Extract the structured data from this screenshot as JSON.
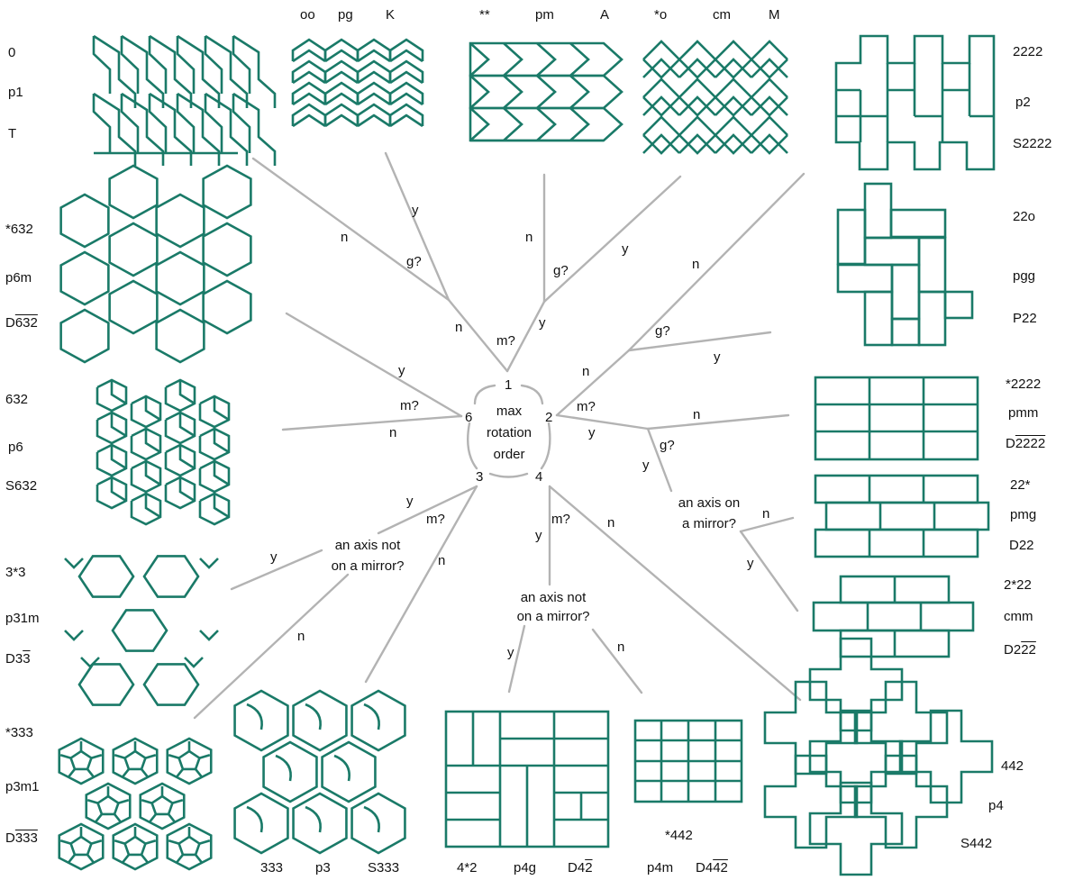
{
  "center": {
    "title_lines": [
      "max",
      "rotation",
      "order"
    ],
    "orders": {
      "one": "1",
      "two": "2",
      "three": "3",
      "four": "4",
      "six": "6"
    }
  },
  "groups": {
    "p1": {
      "orbifold": "0",
      "iuc": "p1",
      "conway_pre": "T",
      "conway_over": ""
    },
    "pg": {
      "orbifold": "oo",
      "iuc": "pg",
      "conway_pre": "K",
      "conway_over": ""
    },
    "pm": {
      "orbifold": "**",
      "iuc": "pm",
      "conway_pre": "A",
      "conway_over": ""
    },
    "cm": {
      "orbifold": "*o",
      "iuc": "cm",
      "conway_pre": "M",
      "conway_over": ""
    },
    "p2": {
      "orbifold": "2222",
      "iuc": "p2",
      "conway_pre": "S2222",
      "conway_over": ""
    },
    "pgg": {
      "orbifold": "22o",
      "iuc": "pgg",
      "conway_pre": "P22",
      "conway_over": ""
    },
    "pmm": {
      "orbifold": "*2222",
      "iuc": "pmm",
      "conway_pre": "D",
      "conway_over": "2222"
    },
    "pmg": {
      "orbifold": "22*",
      "iuc": "pmg",
      "conway_pre": "D22",
      "conway_over": ""
    },
    "cmm": {
      "orbifold": "2*22",
      "iuc": "cmm",
      "conway_pre": "D2",
      "conway_over": "22"
    },
    "p4": {
      "orbifold": "442",
      "iuc": "p4",
      "conway_pre": "S442",
      "conway_over": ""
    },
    "p4m": {
      "orbifold": "*442",
      "iuc": "p4m",
      "conway_pre": "D4",
      "conway_over": "42"
    },
    "p4g": {
      "orbifold": "4*2",
      "iuc": "p4g",
      "conway_pre": "D4",
      "conway_over": "2"
    },
    "p3": {
      "orbifold": "333",
      "iuc": "p3",
      "conway_pre": "S333",
      "conway_over": ""
    },
    "p3m1": {
      "orbifold": "*333",
      "iuc": "p3m1",
      "conway_pre": "D",
      "conway_over": "333"
    },
    "p31m": {
      "orbifold": "3*3",
      "iuc": "p31m",
      "conway_pre": "D3",
      "conway_over": "3"
    },
    "p6": {
      "orbifold": "632",
      "iuc": "p6",
      "conway_pre": "S632",
      "conway_over": ""
    },
    "p6m": {
      "orbifold": "*632",
      "iuc": "p6m",
      "conway_pre": "D",
      "conway_over": "632"
    }
  },
  "questions": {
    "mirror": "m?",
    "glide": "g?",
    "axis_on_mirror": [
      "an axis on",
      "a mirror?"
    ],
    "axis_not_on_mirror": [
      "an axis not",
      "on a mirror?"
    ]
  },
  "answers": {
    "yes": "y",
    "no": "n"
  },
  "colors": {
    "tile": "#1a7a68",
    "branch": "#b3b3b3",
    "text": "#111111"
  }
}
